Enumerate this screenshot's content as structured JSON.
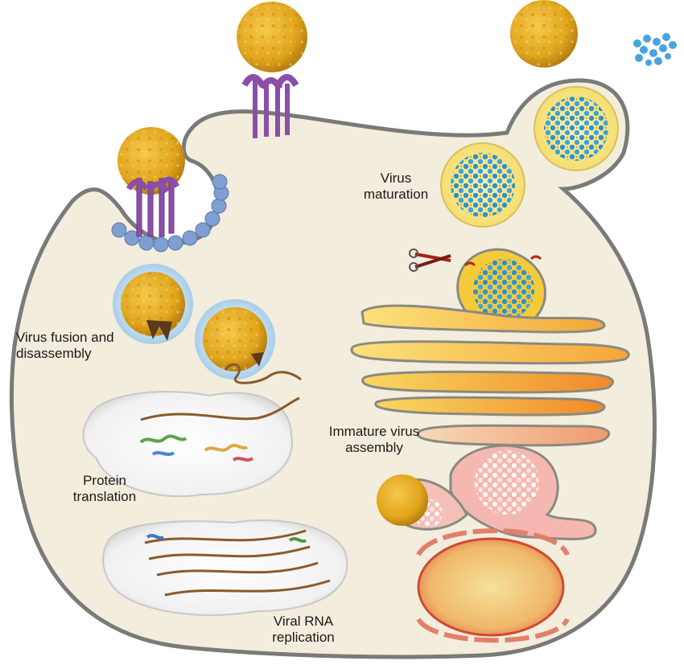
{
  "labels": {
    "maturation": [
      "Virus",
      "maturation"
    ],
    "fusion": [
      "Virus fusion and",
      "disassembly"
    ],
    "translation": [
      "Protein",
      "translation"
    ],
    "assembly": [
      "Immature virus",
      "assembly"
    ],
    "replication": [
      "Viral RNA",
      "replication"
    ]
  },
  "colors": {
    "cytoplasm": "#f2eddc",
    "membrane": "#7a7a78",
    "virion": "#e0a51c",
    "receptor": "#8a4fa8",
    "clathrin": "#7f9ed1",
    "mature_core": "#2f8fd0",
    "er": "#f0c73a",
    "rna": "#8a5a2b"
  },
  "icons": [
    "scissors-icon"
  ]
}
